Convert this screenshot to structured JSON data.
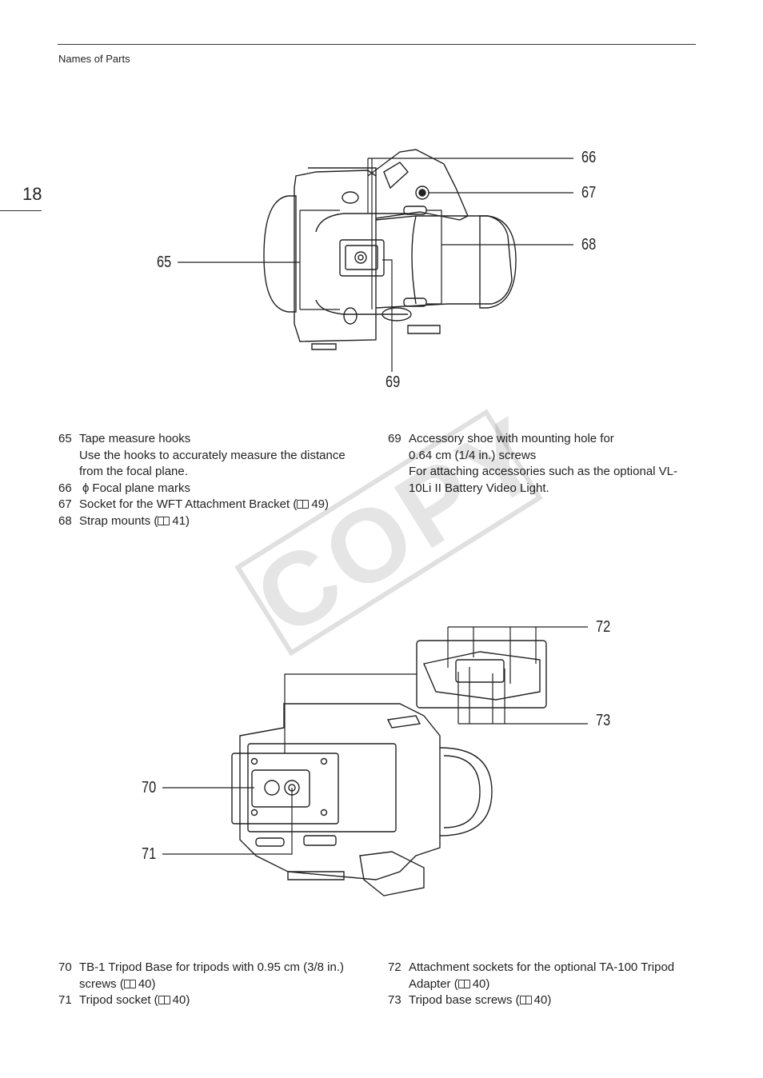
{
  "header": {
    "section_title": "Names of Parts",
    "page_number": "18"
  },
  "figure_top": {
    "callouts": {
      "c65": "65",
      "c66": "66",
      "c67": "67",
      "c68": "68",
      "c69": "69"
    }
  },
  "descriptions_top": {
    "left": [
      {
        "num": "65",
        "text": "Tape measure hooks",
        "sub": "Use the hooks to accurately measure the distance from the focal plane."
      },
      {
        "num": "66",
        "icon": "ϕ",
        "text": "Focal plane marks"
      },
      {
        "num": "67",
        "text_before": "Socket for the WFT Attachment Bracket (",
        "ref": "49)"
      },
      {
        "num": "68",
        "text_before": "Strap mounts (",
        "ref": "41)"
      }
    ],
    "right": [
      {
        "num": "69",
        "text": "Accessory shoe with mounting hole for 0.64 cm (1/4 in.) screws",
        "sub": "For attaching accessories such as the optional VL-10Li II Battery Video Light."
      }
    ]
  },
  "watermark": "COPY",
  "figure_bottom": {
    "callouts": {
      "c70": "70",
      "c71": "71",
      "c72": "72",
      "c73": "73"
    }
  },
  "descriptions_bottom": {
    "left": [
      {
        "num": "70",
        "text_before": "TB-1 Tripod Base for tripods with 0.95 cm (3/8 in.) screws (",
        "ref": "40)"
      },
      {
        "num": "71",
        "text_before": "Tripod socket (",
        "ref": "40)"
      }
    ],
    "right": [
      {
        "num": "72",
        "text_before": "Attachment sockets for the optional TA-100 Tripod Adapter (",
        "ref": "40)"
      },
      {
        "num": "73",
        "text_before": "Tripod base screws (",
        "ref": "40)"
      }
    ]
  },
  "icons": {
    "book": "book-reference-icon",
    "focal": "focal-plane-mark-icon"
  }
}
